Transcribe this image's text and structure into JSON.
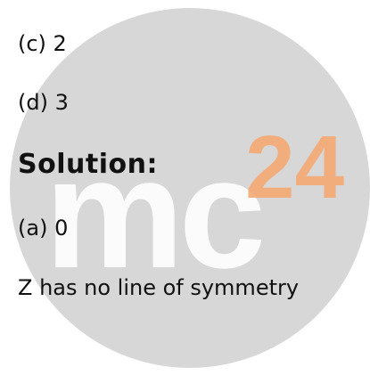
{
  "options": [
    {
      "label": "(c) 2"
    },
    {
      "label": "(d) 3"
    }
  ],
  "solution": {
    "heading": "Solution:",
    "answer": "(a) 0",
    "explanation": "Z has no line of symmetry"
  },
  "watermark": {
    "text": "mc",
    "superscript": "24",
    "circle_color": "#c9c9c9",
    "text_color": "#ffffff",
    "accent_color": "#f4a872"
  }
}
